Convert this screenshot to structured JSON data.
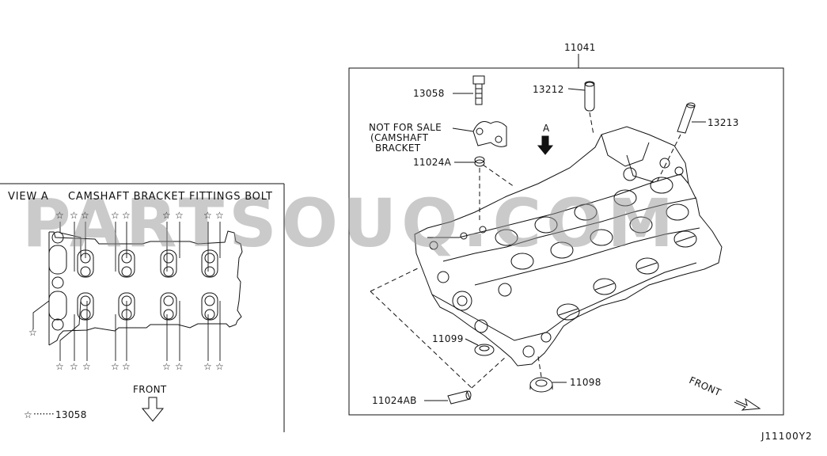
{
  "view_panel": {
    "title": "VIEW A",
    "subtitle": "CAMSHAFT BRACKET FITTINGS BOLT",
    "front_label": "FRONT",
    "legend_symbol": "☆",
    "legend_dots": "·······",
    "legend_part": "13058"
  },
  "main_panel": {
    "assembly_number": "11041",
    "view_arrow_label": "A",
    "front_label": "FRONT",
    "callouts": {
      "bolt": "13058",
      "dowel_upper": "13212",
      "dowel_right": "13213",
      "not_for_sale_1": "NOT FOR SALE",
      "not_for_sale_2": "(CAMSHAFT",
      "not_for_sale_3": "BRACKET",
      "washer": "11024A",
      "seal_left": "11099",
      "seal_right": "11098",
      "plug_bottom": "11024AB"
    }
  },
  "diagram_code": "J11100Y2",
  "watermark": "PARTSOUQ.COM",
  "colors": {
    "line": "#111111",
    "watermark": "#969696",
    "background": "#ffffff"
  }
}
